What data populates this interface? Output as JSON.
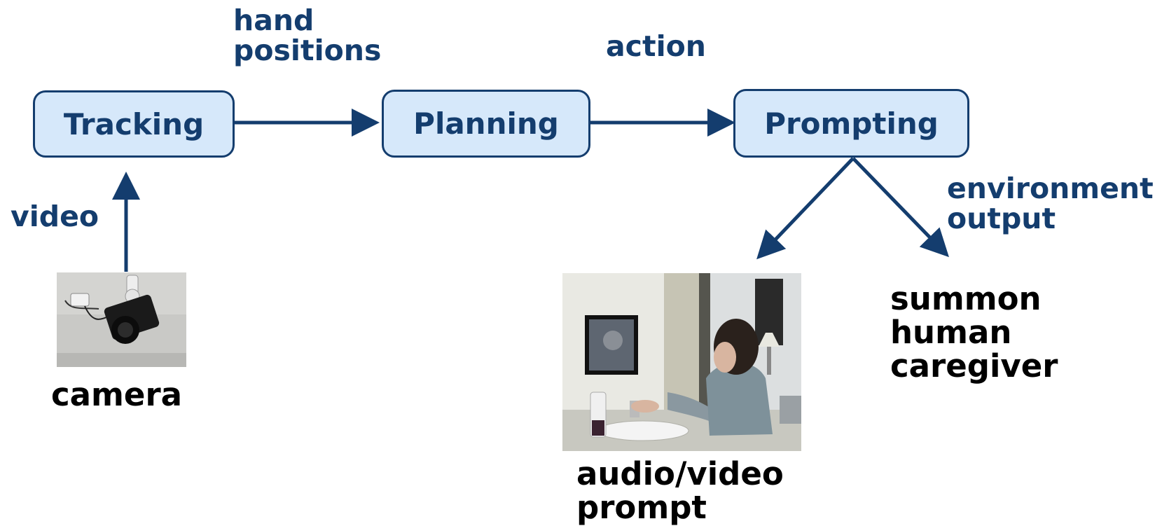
{
  "nodes": {
    "tracking": "Tracking",
    "planning": "Planning",
    "prompting": "Prompting"
  },
  "edge_labels": {
    "hand_positions": [
      "hand",
      "positions"
    ],
    "action": "action",
    "video": "video",
    "environment_output": [
      "environment",
      "output"
    ]
  },
  "captions": {
    "camera": "camera",
    "audio_video_prompt": [
      "audio/video",
      "prompt"
    ],
    "summon_caregiver": [
      "summon",
      "human",
      "caregiver"
    ]
  },
  "colors": {
    "node_fill": "#d6e8fa",
    "node_border": "#143d6e",
    "label_text": "#143d6e",
    "caption_text": "#000000"
  }
}
